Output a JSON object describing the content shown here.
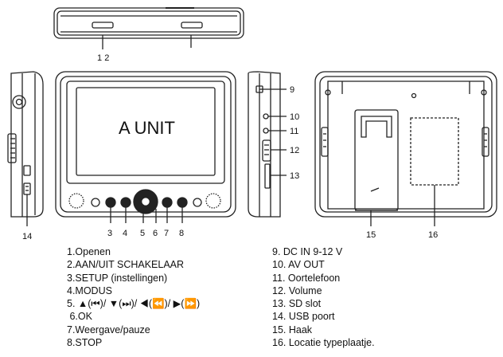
{
  "diagram": {
    "screen_label": "A UNIT",
    "callouts": {
      "n1": "1",
      "n2": "2",
      "n3": "3",
      "n4": "4",
      "n5": "5",
      "n6": "6",
      "n7": "7",
      "n8": "8",
      "n9": "9",
      "n10": "10",
      "n11": "11",
      "n12": "12",
      "n13": "13",
      "n14": "14",
      "n15": "15",
      "n16": "16"
    }
  },
  "legend": {
    "left": [
      "1.Openen",
      "2.AAN/UIT SCHAKELAAR",
      "3.SETUP (instellingen)",
      "4.MODUS",
      "5. ▲(⏮)/ ▼(⏭)/ ◀(⏪)/ ▶(⏩)",
      " 6.OK",
      "7.Weergave/pauze",
      "8.STOP"
    ],
    "right": [
      "9. DC IN 9-12 V",
      "10. AV OUT",
      "11. Oortelefoon",
      "12. Volume",
      "13. SD slot",
      "14. USB poort",
      "15. Haak",
      "16. Locatie typeplaatje."
    ]
  }
}
